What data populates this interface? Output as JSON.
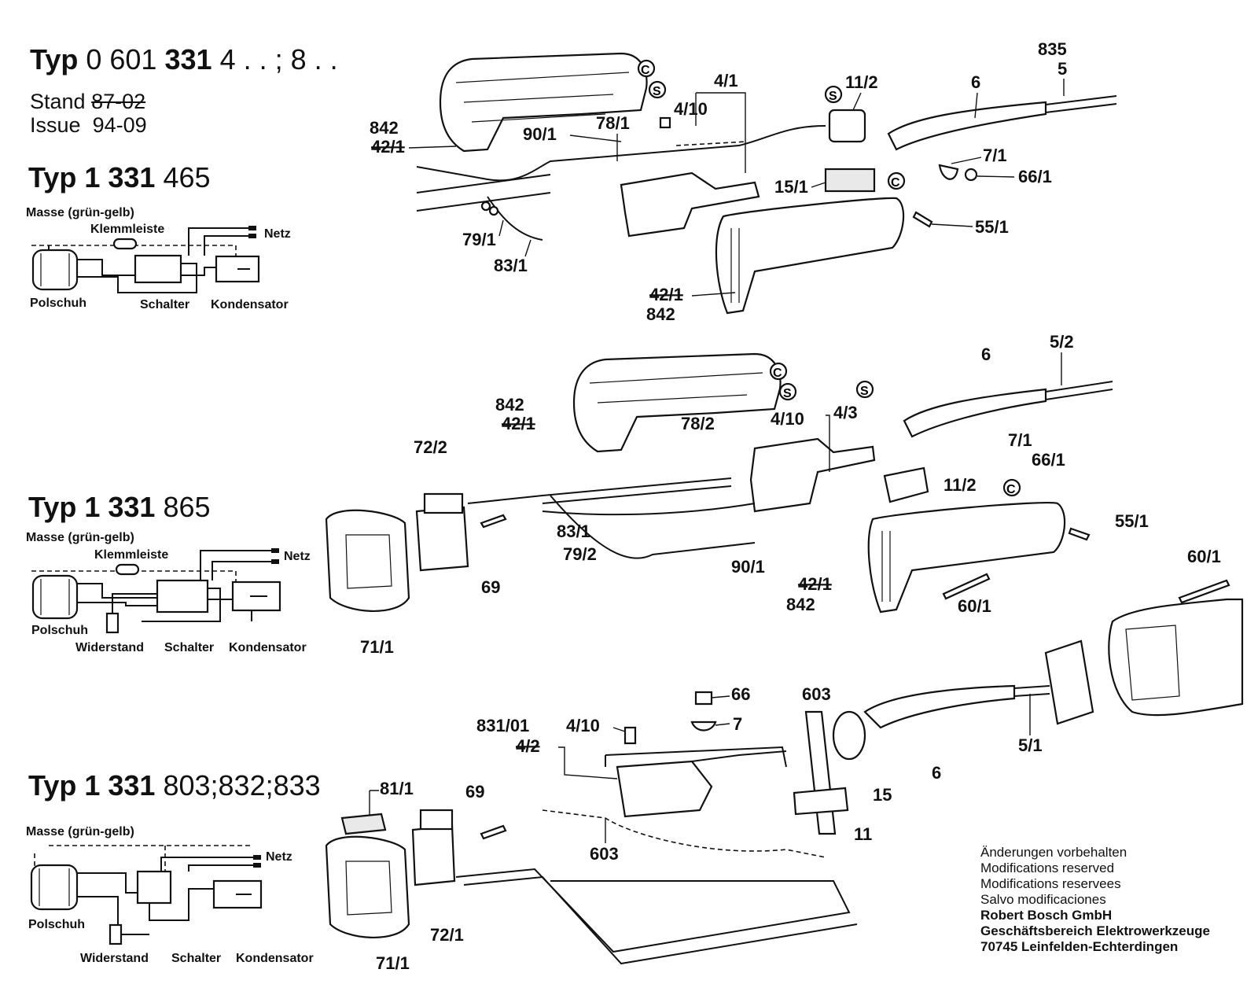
{
  "header": {
    "typ_word": "Typ",
    "typ_number_a": "0 601",
    "typ_number_b": "331",
    "typ_suffix": "4 . . ; 8 . .",
    "stand_label": "Stand",
    "stand_value": "87-02",
    "issue_label": "Issue",
    "issue_value": "94-09"
  },
  "sections": [
    {
      "typ_word": "Typ",
      "typ_number": "1 331",
      "typ_suffix": "465"
    },
    {
      "typ_word": "Typ",
      "typ_number": "1 331",
      "typ_suffix": "865"
    },
    {
      "typ_word": "Typ",
      "typ_number": "1 331",
      "typ_suffix": "803;832;833"
    }
  ],
  "wiring": {
    "masse": "Masse (grün-gelb)",
    "klemmleiste": "Klemmleiste",
    "netz": "Netz",
    "polschuh": "Polschuh",
    "schalter": "Schalter",
    "kondensator": "Kondensator",
    "widerstand": "Widerstand"
  },
  "callouts": {
    "c835": "835",
    "c5": "5",
    "c6": "6",
    "c4_1": "4/1",
    "c11_2": "11/2",
    "c4_10": "4/10",
    "c78_1": "78/1",
    "c90_1": "90/1",
    "c842": "842",
    "c42_1": "42/1",
    "c7_1": "7/1",
    "c66_1": "66/1",
    "c15_1": "15/1",
    "c55_1": "55/1",
    "c79_1": "79/1",
    "c83_1": "83/1",
    "c5_2": "5/2",
    "c4_3": "4/3",
    "c78_2": "78/2",
    "c72_2": "72/2",
    "c69": "69",
    "c79_2": "79/2",
    "c71_1": "71/1",
    "c60_1": "60/1",
    "c66": "66",
    "c7": "7",
    "c603": "603",
    "c831_01": "831/01",
    "c4_2": "4/2",
    "c15": "15",
    "c5_1": "5/1",
    "c81_1": "81/1",
    "c11": "11",
    "c72_1": "72/1",
    "mark_c": "C",
    "mark_s": "S"
  },
  "footer_note": {
    "line1": "Änderungen vorbehalten",
    "line2": "Modifications reserved",
    "line3": "Modifications reservees",
    "line4": "Salvo modificaciones",
    "company": "Robert Bosch GmbH",
    "division": "Geschäftsbereich Elektrowerkzeuge",
    "address": "70745 Leinfelden-Echterdingen"
  }
}
